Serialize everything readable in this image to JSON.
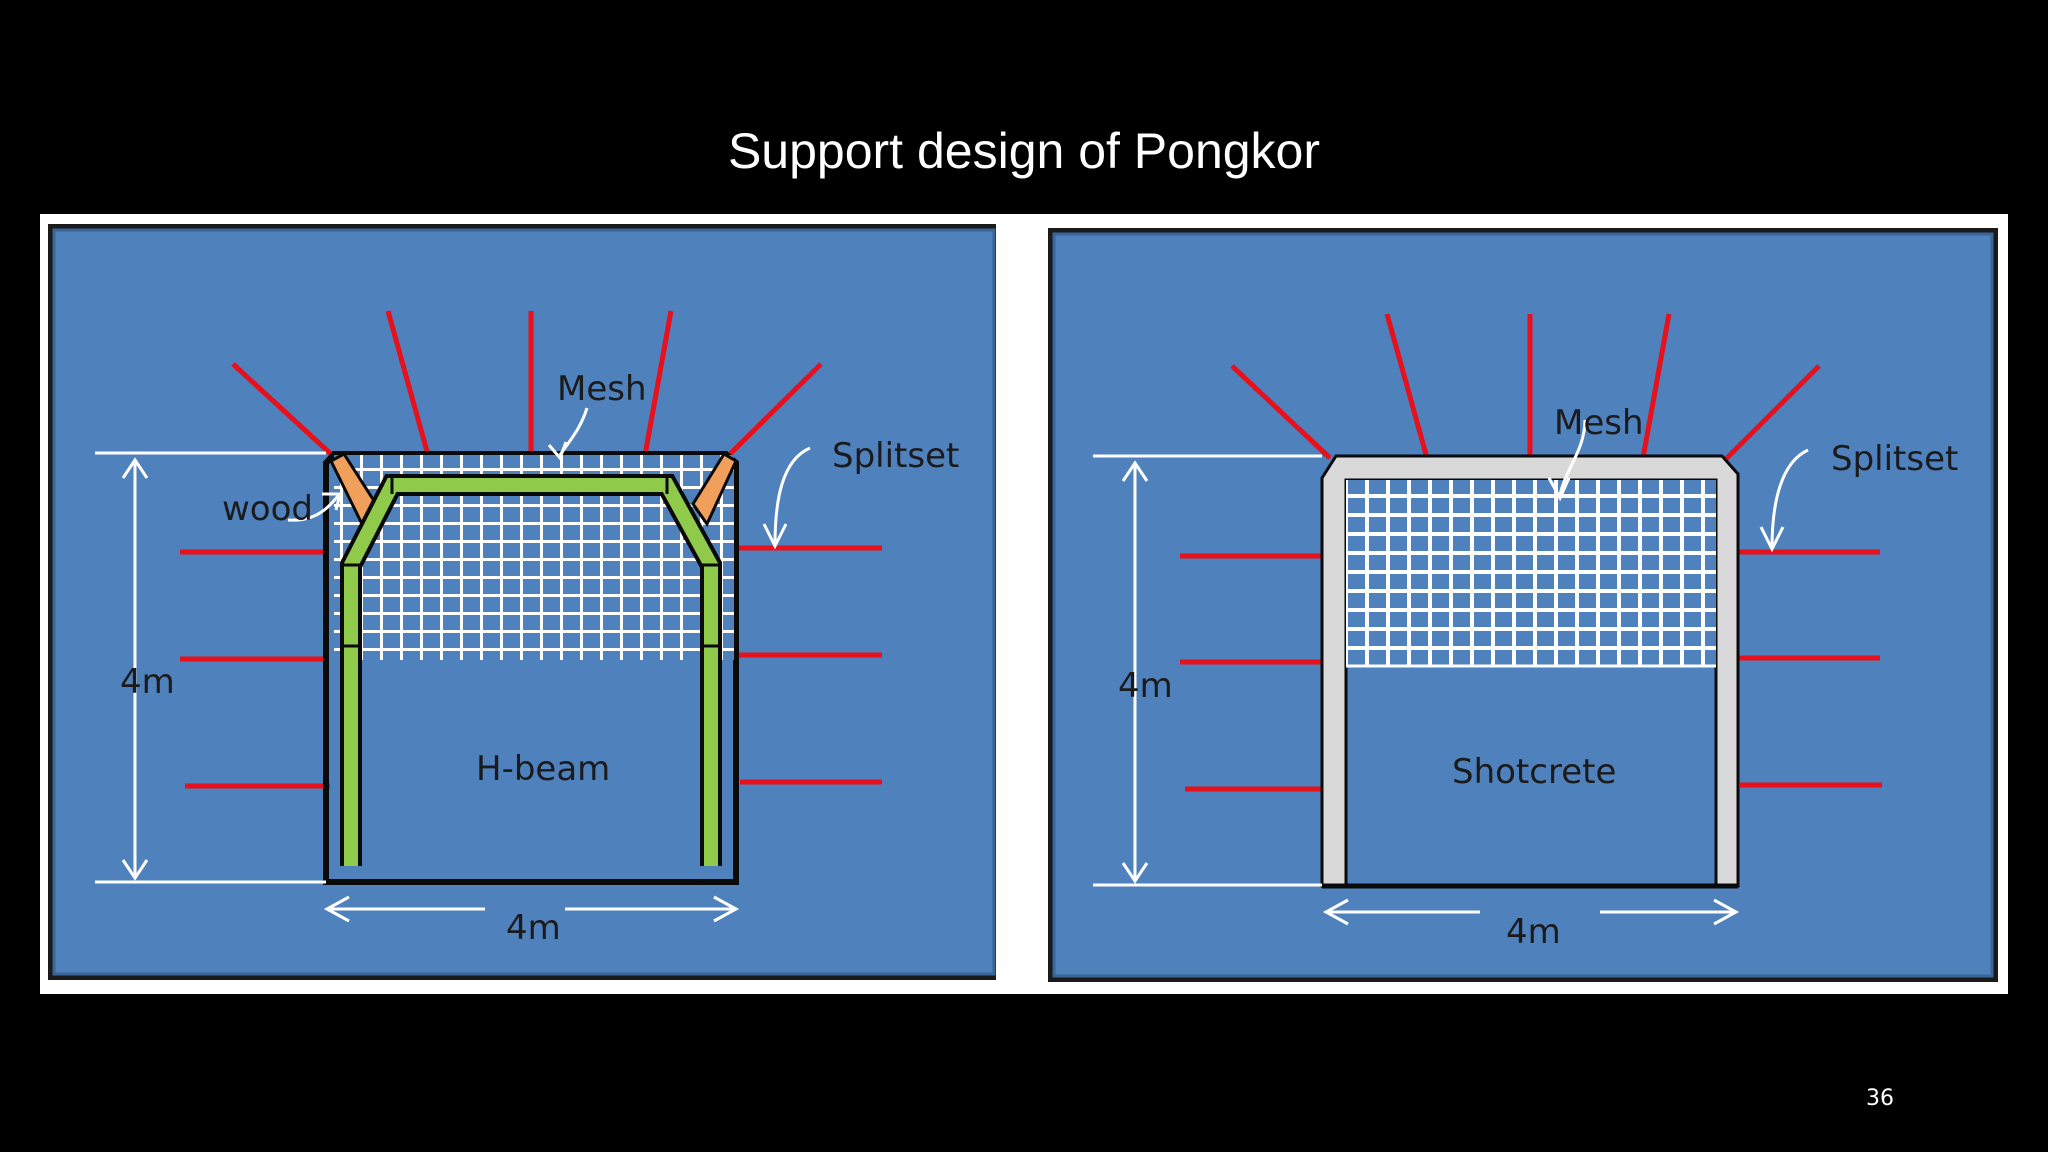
{
  "slide": {
    "title": "Support design of Pongkor",
    "page_number": "36"
  },
  "left_panel": {
    "mesh_label": "Mesh",
    "wood_label": "wood",
    "splitset_label": "Splitset",
    "height_label": "4m",
    "width_label": "4m",
    "support_label": "H-beam"
  },
  "right_panel": {
    "mesh_label": "Mesh",
    "splitset_label": "Splitset",
    "height_label": "4m",
    "width_label": "4m",
    "support_label": "Shotcrete"
  },
  "colors": {
    "panel_blue": "#4f81bd",
    "bolt_red": "#e8101a",
    "hbeam_green": "#8fca4a",
    "wood_orange": "#f0a05a",
    "shotcrete_grey": "#d9d9d9"
  }
}
